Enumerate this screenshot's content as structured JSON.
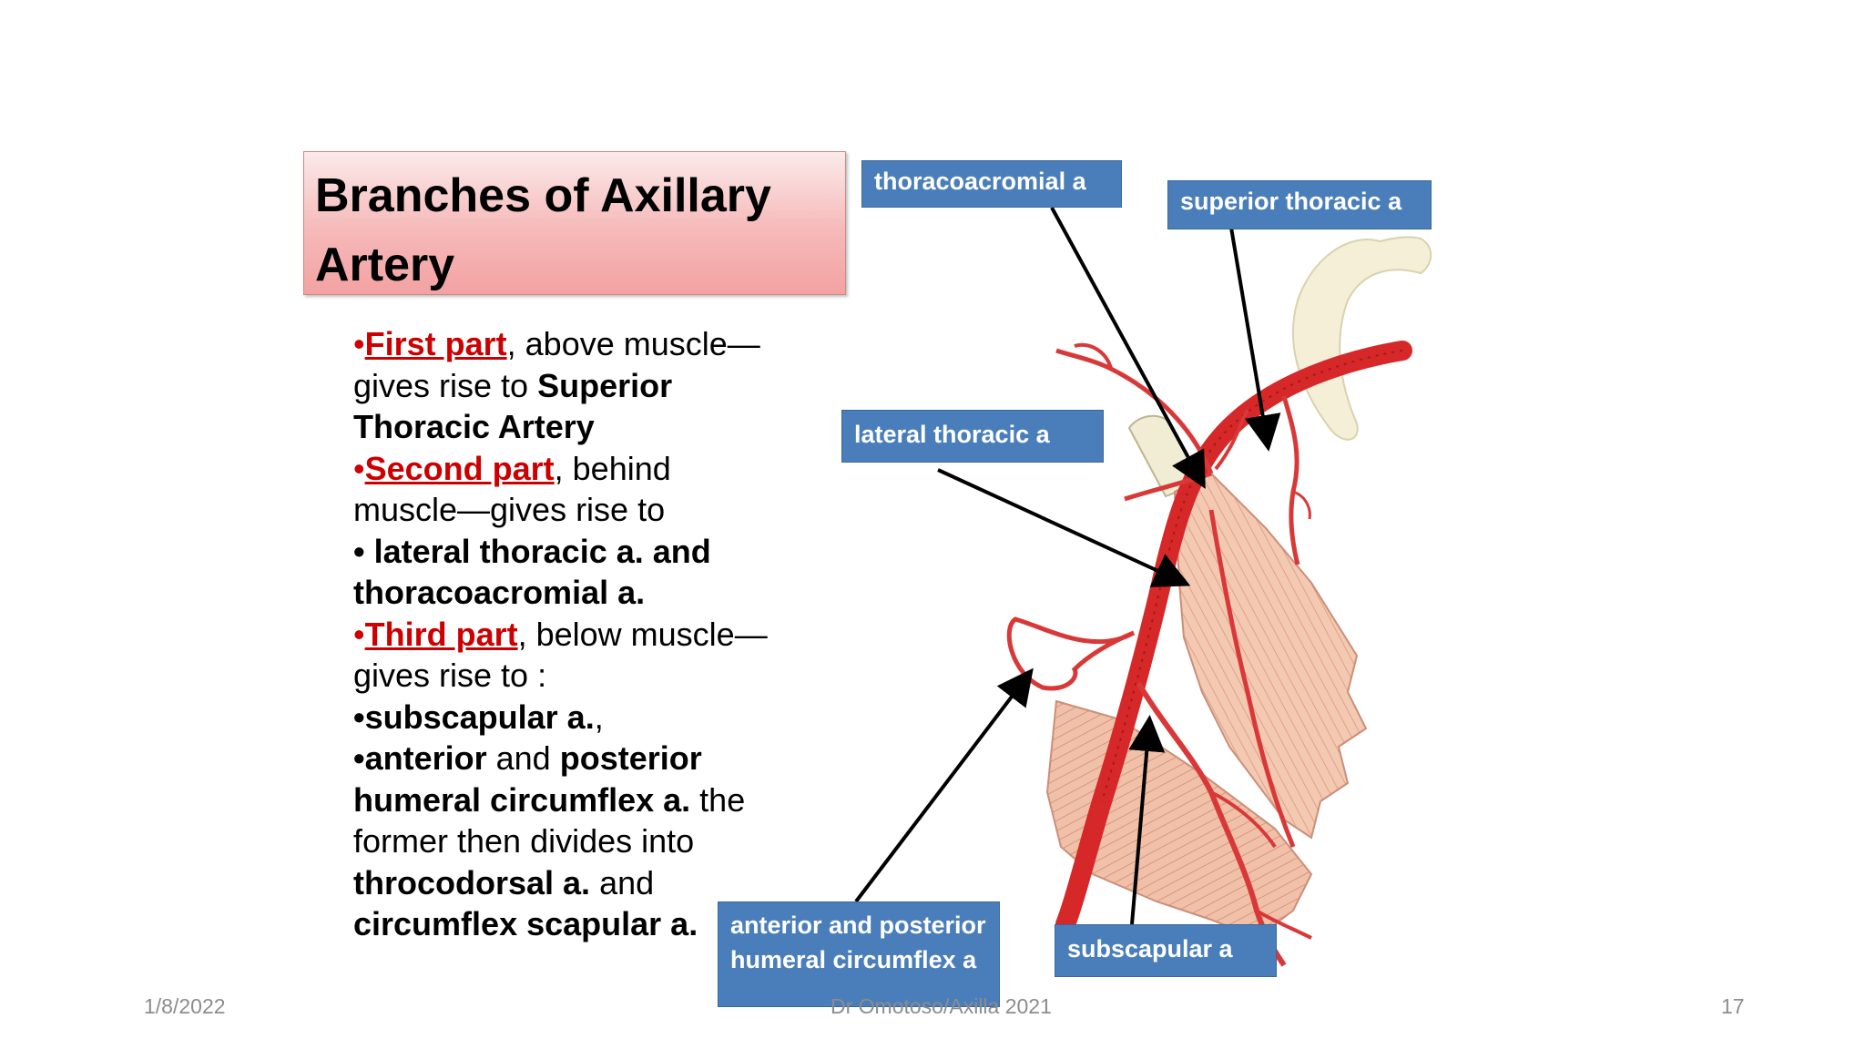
{
  "slide": {
    "title": "Branches of Axillary Artery",
    "body": {
      "first_bullet": "•",
      "first_part": "First part",
      "first_rest": ", above muscle—",
      "first_l2_a": "gives rise to ",
      "first_l2_b": "Superior",
      "first_l3": "Thoracic Artery",
      "second_bullet": "•",
      "second_part": "Second part",
      "second_rest": ", behind",
      "second_l2": "muscle—gives rise to",
      "second_l3": "• lateral thoracic a. and",
      "second_l4": "thoracoacromial a.",
      "third_bullet": "•",
      "third_part": "Third part",
      "third_rest": ", below muscle—",
      "third_l2": "gives rise to :",
      "third_l3_a": "•subscapular a.",
      "third_l3_b": ",",
      "third_l4_a": "•anterior",
      "third_l4_b": " and ",
      "third_l4_c": "posterior",
      "third_l5_a": "humeral circumflex a.",
      "third_l5_b": " the",
      "third_l6": "former then divides into",
      "third_l7_a": "throcodorsal a.",
      "third_l7_b": " and",
      "third_l8": "circumflex scapular a."
    }
  },
  "diagram_labels": {
    "thoracoacromial": "thoracoacromial a",
    "superior_thoracic": "superior thoracic a",
    "lateral_thoracic": "lateral thoracic a",
    "humeral_circumflex": "anterior and posterior humeral circumflex a",
    "subscapular": "subscapular a"
  },
  "footer": {
    "date": "1/8/2022",
    "author": "Dr Omotoso/Axilla 2021",
    "page": "17"
  },
  "colors": {
    "label_bg": "#4a7ebb",
    "artery": "#d62828",
    "muscle": "#f2c1a8",
    "bone": "#f4efd6",
    "accent_red": "#cc0000"
  }
}
